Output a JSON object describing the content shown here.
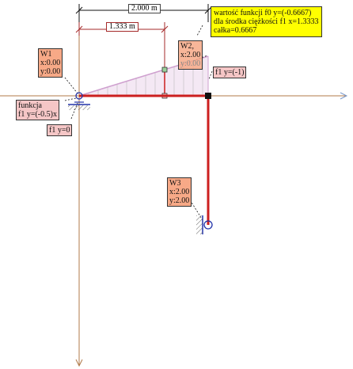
{
  "dimensions": {
    "total": "2.000 m",
    "partial": "1.333 m"
  },
  "nodes": [
    {
      "name": "W1",
      "x": "x:0.00",
      "y": "y:0.00"
    },
    {
      "name": "W2,",
      "x": "x:2.00",
      "y": "y:0.00"
    },
    {
      "name": "W3",
      "x": "x:2.00",
      "y": "y:2.00"
    }
  ],
  "loads": {
    "left_fn_title": "funkcja",
    "left_fn": "f1 y=(-0.5)x",
    "left_value": "f1 y=0",
    "right_value": "f1 y=(-1)"
  },
  "info_box": {
    "line1": "wartość funkcji f0 y=(-0.6667)",
    "line2": "dla środka ciężkości f1 x=1.3333",
    "line3": "całka=0.6667"
  },
  "colors": {
    "axis": "#b07a4a",
    "beam": "#cc1f1f",
    "load_fill": "#cfa0cf",
    "support": "#2233aa"
  }
}
